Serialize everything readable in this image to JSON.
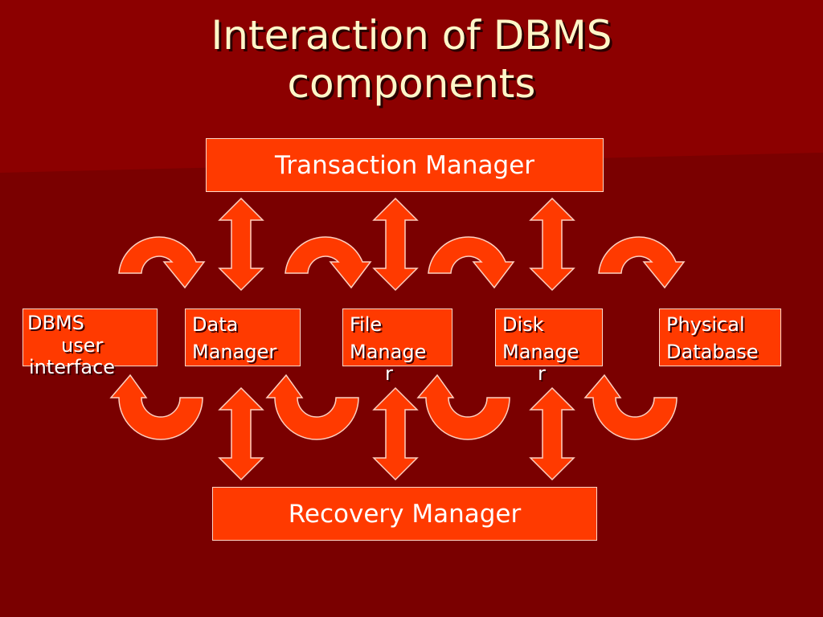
{
  "title": {
    "line1": "Interaction of DBMS",
    "line2": "components"
  },
  "boxes": {
    "transaction_manager": "Transaction Manager",
    "recovery_manager": "Recovery Manager",
    "dbms_user_interface": [
      "DBMS",
      "user",
      "interface"
    ],
    "data_manager": [
      "Data",
      "Manager"
    ],
    "file_manager": [
      "File",
      "Manage",
      "r"
    ],
    "disk_manager": [
      "Disk",
      "Manage",
      "r"
    ],
    "physical_database": [
      "Physical",
      "Database"
    ]
  },
  "colors": {
    "background": "#7a0000",
    "box_fill": "#ff3a00",
    "title_text": "#fff6c8",
    "text": "#ffffff"
  }
}
